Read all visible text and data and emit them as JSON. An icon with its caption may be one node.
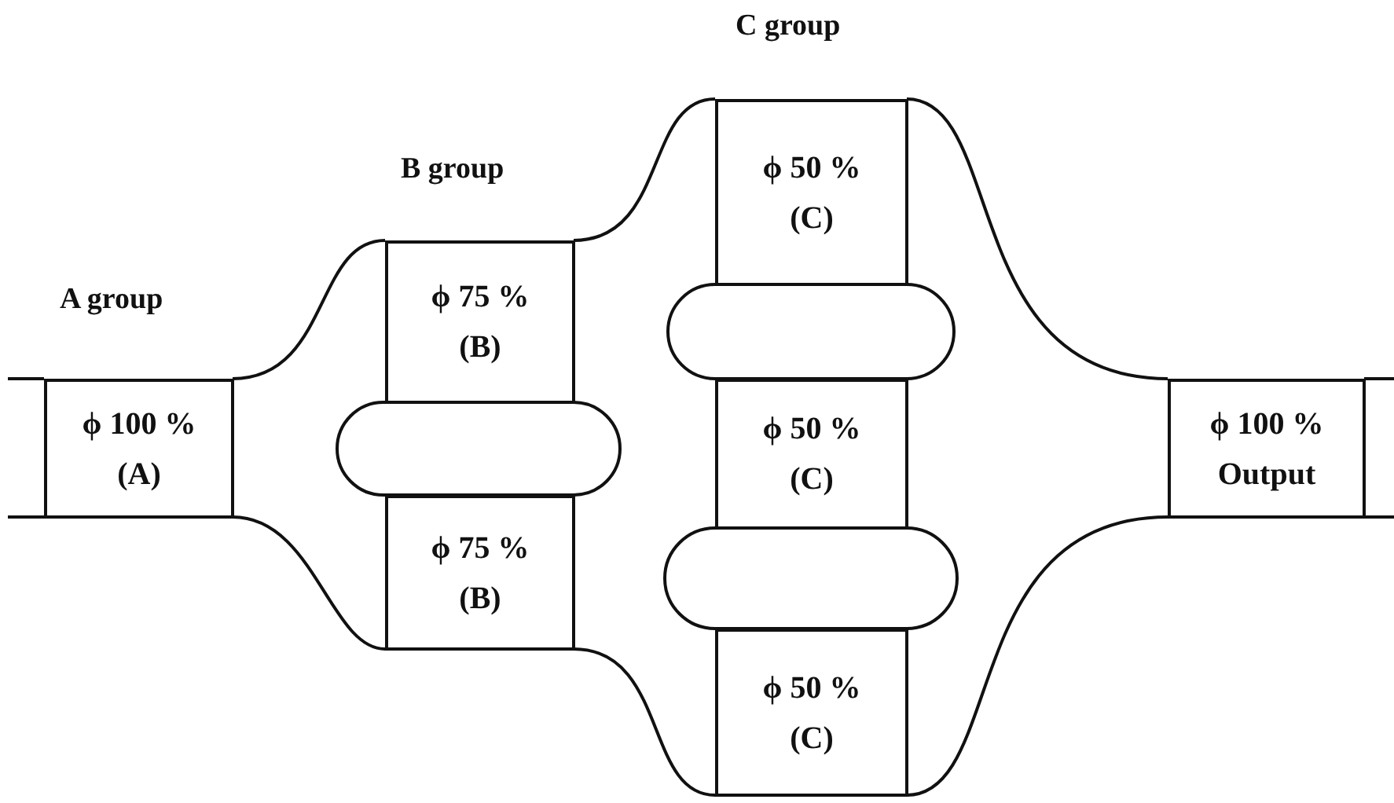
{
  "diagram": {
    "nodes": [
      {
        "text": [
          "ϕ 100 %",
          "(A)"
        ]
      },
      {
        "text": [
          "ϕ 75 %",
          "(B)"
        ]
      },
      {
        "text": [
          "ϕ 75 %",
          "(B)"
        ]
      },
      {
        "text": [
          "ϕ 50 %",
          "(C)"
        ]
      },
      {
        "text": [
          "ϕ 50 %",
          "(C)"
        ]
      },
      {
        "text": [
          "ϕ 50 %",
          "(C)"
        ]
      },
      {
        "text": [
          "ϕ 100 %",
          "Output"
        ]
      }
    ],
    "labels": [
      "A group",
      "B group",
      "C group"
    ]
  }
}
